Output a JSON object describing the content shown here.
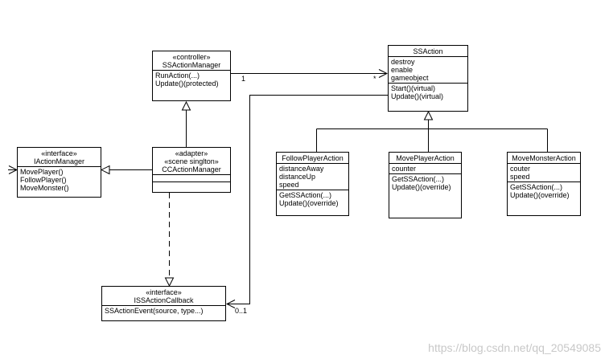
{
  "classes": {
    "ss_action_manager": {
      "stereotypes": [
        "«controller»"
      ],
      "name": "SSActionManager",
      "attributes": [],
      "operations": [
        "RunAction(...)",
        "Update()(protected)"
      ]
    },
    "ss_action": {
      "stereotypes": [],
      "name": "SSAction",
      "attributes": [
        "destroy",
        "enable",
        "gameobject"
      ],
      "operations": [
        "Start()(virtual)",
        "Update()(virtual)"
      ]
    },
    "i_action_manager": {
      "stereotypes": [
        "«interface»"
      ],
      "name": "IActionManager",
      "attributes": [],
      "operations": [
        "MovePlayer()",
        "FollowPlayer()",
        "MoveMonster()"
      ]
    },
    "cc_action_manager": {
      "stereotypes": [
        "«adapter»",
        "«scene singlton»"
      ],
      "name": "CCActionManager",
      "attributes": [],
      "operations": []
    },
    "follow_player_action": {
      "stereotypes": [],
      "name": "FollowPlayerAction",
      "attributes": [
        "distanceAway",
        "distanceUp",
        "speed"
      ],
      "operations": [
        "GetSSAction(...)",
        "Update()(override)"
      ]
    },
    "move_player_action": {
      "stereotypes": [],
      "name": "MovePlayerAction",
      "attributes": [
        "counter"
      ],
      "operations": [
        "GetSSAction(...)",
        "Update()(override)"
      ]
    },
    "move_monster_action": {
      "stereotypes": [],
      "name": "MoveMonsterAction",
      "attributes": [
        "couter",
        "speed"
      ],
      "operations": [
        "GetSSAction(...)",
        "Update()(override)"
      ]
    },
    "iss_action_callback": {
      "stereotypes": [
        "«interface»"
      ],
      "name": "ISSActionCallback",
      "operations": [
        "SSActionEvent(source, type...)"
      ]
    }
  },
  "multiplicities": {
    "manager_end": "1",
    "action_end": "*",
    "callback_end": "0..1"
  },
  "watermark": "https://blog.csdn.net/qq_20549085"
}
